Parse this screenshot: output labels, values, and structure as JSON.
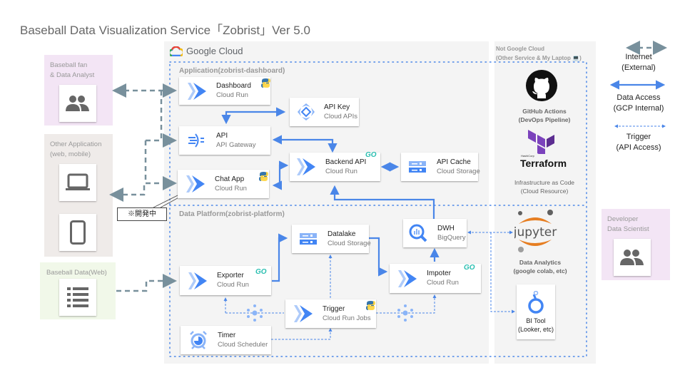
{
  "title": "Baseball Data Visualization Service「Zobrist」Ver 5.0",
  "google_cloud": {
    "label": "Google Cloud",
    "sections": {
      "application": "Application(zobrist-dashboard)",
      "data_platform": "Data Platform(zobrist-platform)"
    }
  },
  "not_google_cloud": {
    "title_line1": "Not Google Cloud",
    "title_line2": "(Other Service & My Laptop 💻)",
    "github": {
      "line1": "GitHub Actions",
      "line2": "(DevOps Pipeline)"
    },
    "terraform": {
      "brand_small": "HashiCorp",
      "brand": "Terraform",
      "line1": "Infrastructure as Code",
      "line2": "(Cloud  Resource)"
    },
    "jupyter": {
      "brand": "jupyter",
      "line1": "Data Analytics",
      "line2": "(google colab, etc)"
    },
    "bi_tool": {
      "line1": "BI Tool",
      "line2": "(Looker, etc)"
    }
  },
  "services": {
    "dashboard": {
      "name": "Dashboard",
      "type": "Cloud Run",
      "lang": "python"
    },
    "api_key": {
      "name": "API Key",
      "type": "Cloud APIs"
    },
    "api": {
      "name": "API",
      "type": "API Gateway"
    },
    "backend_api": {
      "name": "Backend API",
      "type": "Cloud Run",
      "lang": "GO"
    },
    "api_cache": {
      "name": "API Cache",
      "type": "Cloud Storage"
    },
    "chat_app": {
      "name": "Chat App",
      "type": "Cloud Run",
      "lang": "python"
    },
    "datalake": {
      "name": "Datalake",
      "type": "Cloud Storage"
    },
    "dwh": {
      "name": "DWH",
      "type": "BigQuery"
    },
    "exporter": {
      "name": "Exporter",
      "type": "Cloud Run",
      "lang": "GO"
    },
    "impoter": {
      "name": "Impoter",
      "type": "Cloud Run",
      "lang": "GO"
    },
    "trigger": {
      "name": "Trigger",
      "type": "Cloud Run Jobs",
      "lang": "python"
    },
    "timer": {
      "name": "Timer",
      "type": "Cloud Scheduler"
    }
  },
  "external": {
    "fan": {
      "line1": "Baseball fan",
      "line2": "& Data Analyst"
    },
    "other_app": {
      "line1": "Other Application",
      "line2": "(web, mobile)"
    },
    "baseball_data": {
      "line1": "Baseball Data(Web)"
    },
    "developer": {
      "line1": "Developer",
      "line2": "Data Scientist"
    }
  },
  "callout": "※開発中",
  "legend": {
    "internet": {
      "line1": "Internet",
      "line2": "(External)"
    },
    "data_access": {
      "line1": "Data Access",
      "line2": "(GCP Internal)"
    },
    "trigger": {
      "line1": "Trigger",
      "line2": "(API Access)"
    }
  },
  "colors": {
    "blue": "#4a86e8",
    "internet_gray": "#78909c",
    "fan_bg": "#f3e5f5",
    "other_app_bg": "#efebe9",
    "data_bg": "#f1f8e9",
    "go": "#29beb0",
    "terraform": "#7b42bc",
    "jupyter": "#e67e22"
  }
}
